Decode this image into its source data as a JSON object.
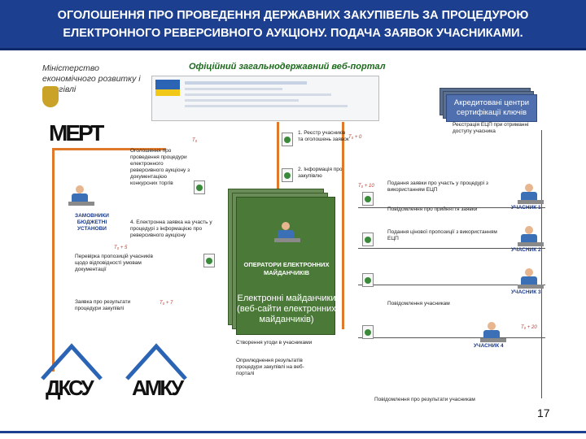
{
  "title": {
    "line1": "ОГОЛОШЕННЯ ПРО ПРОВЕДЕННЯ ДЕРЖАВНИХ ЗАКУПІВЕЛЬ ЗА ПРОЦЕДУРОЮ",
    "line2": "ЕЛЕКТРОННОГО РЕВЕРСИВНОГО АУКЦІОНУ. ПОДАЧА ЗАЯВОК УЧАСНИКАМИ."
  },
  "ministry": "Міністерство економічного розвитку і торгівлі",
  "mert": "МЕРТ",
  "portal_title": "Офіційний загальнодержавний веб-портал",
  "cert_centers": "Акредитовані центри сертифікації ключів",
  "operators": "ОПЕРАТОРИ ЕЛЕКТРОННИХ МАЙДАНЧИКІВ",
  "marketplaces": "Електронні майданчики (веб-сайти електронних майданчиків)",
  "customer": "ЗАМОВНИКИ БЮДЖЕТНІ УСТАНОВИ",
  "dksu": "ДКСУ",
  "amku": "АМКУ",
  "participants": [
    "УЧАСНИК 1",
    "УЧАСНИК 2",
    "УЧАСНИК 3",
    "УЧАСНИК 4"
  ],
  "steps": {
    "s1": "1. Реєстр учасників та оголошень заявок",
    "s2": "2. Інформація про закупівлю",
    "left1": "Оголошення про проведення процедури електронного реверсивного аукціону з документацією конкурсних торгів",
    "left2": "4. Електронна заявка на участь у процедурі з інформацією про реверсивного аукціону",
    "left3": "Перевірка пропозицій учасників щодо відповідності умовам документації",
    "left4": "Заявка про результати процедури закупівлі",
    "r1": "Реєстрація ЕЦП при отриманні доступу учасника",
    "r2": "Подання заявки про участь у процедурі з використанням ЕЦП",
    "r3": "Повідомлення про прийняття заявки",
    "r4": "Подання цінової пропозиції з використанням ЕЦП",
    "r5": "Повідомлення учасникам",
    "bottom1": "Створення угоди в учасниками",
    "bottom2": "Оприлюднення результатів процедури закупівлі на веб-порталі",
    "bottom3": "Повідомлення про результати учасникам"
  },
  "times": {
    "t0": "T₀ ",
    "t1": "T₀ + 0",
    "t2": "T₀ + 10",
    "t3": "T₀ + 5",
    "t4": "T₀ + 7",
    "t5": "T₀ + 20"
  },
  "page_number": "17"
}
